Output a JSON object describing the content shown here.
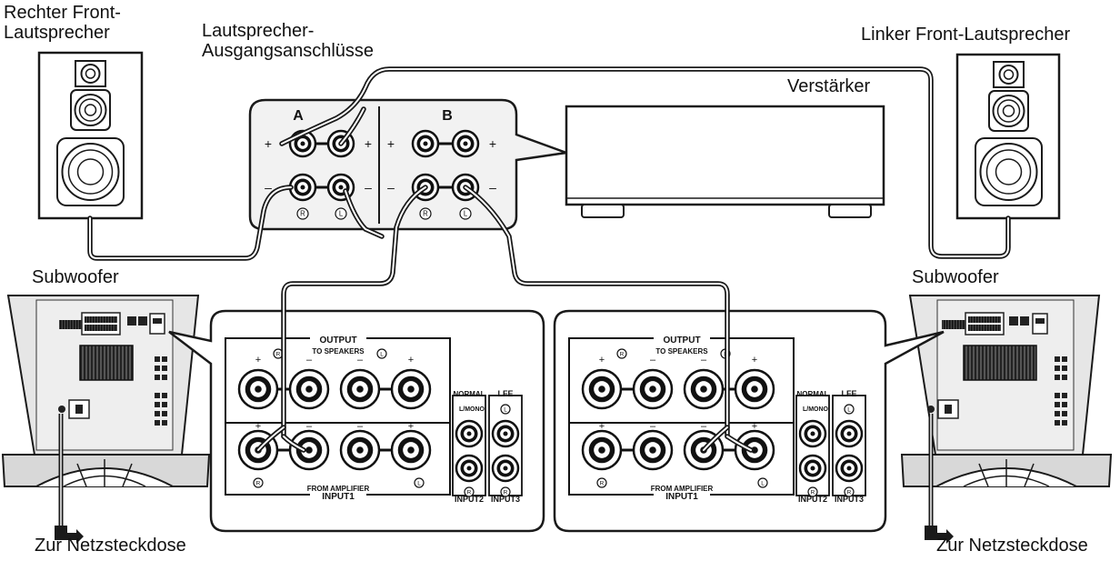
{
  "labels": {
    "right_front_speaker": "Rechter Front-\nLautsprecher",
    "left_front_speaker": "Linker Front-Lautsprecher",
    "speaker_outputs": "Lautsprecher-\nAusgangsanschlüsse",
    "amplifier": "Verstärker",
    "subwoofer_left": "Subwoofer",
    "subwoofer_right": "Subwoofer",
    "mains_left": "Zur Netzsteckdose",
    "mains_right": "Zur Netzsteckdose"
  },
  "terminal_block": {
    "group_a": "A",
    "group_b": "B",
    "plus": "+",
    "minus": "–",
    "right_mark": "R",
    "left_mark": "L"
  },
  "sub_panel": {
    "output_title": "OUTPUT",
    "output_sub": "TO SPEAKERS",
    "input1_sub": "FROM AMPLIFIER",
    "input1_title": "INPUT1",
    "normal": "NORMAL",
    "l_mono": "L/MONO",
    "lfe": "LFE",
    "input2": "INPUT2",
    "input3": "INPUT3",
    "r_mark": "R",
    "l_mark": "L",
    "plus": "+",
    "minus": "–"
  },
  "colors": {
    "line": "#1a1a1a",
    "panel_fill": "#ffffff",
    "sub_body": "#e8e8e8",
    "sub_dark": "#2a2a2a",
    "block_fill": "#efefef"
  }
}
